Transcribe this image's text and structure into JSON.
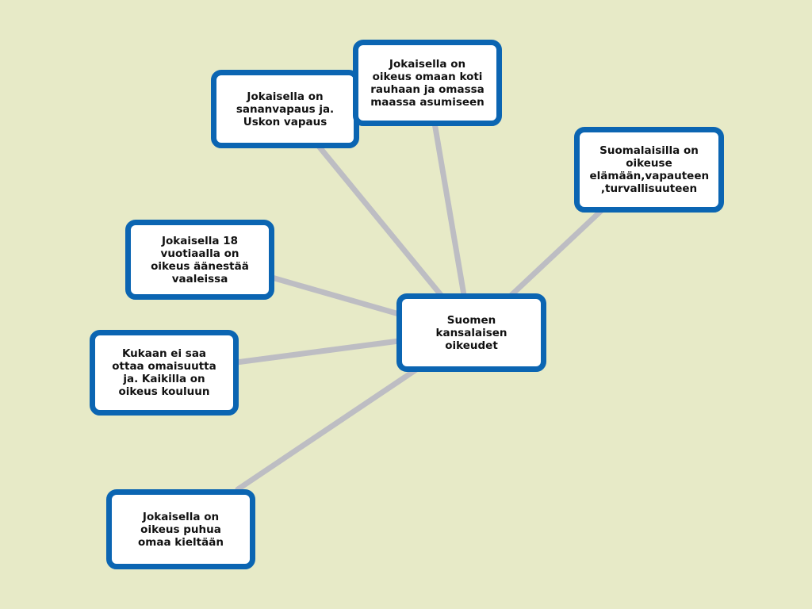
{
  "colors": {
    "background": "#e7eac7",
    "node_border": "#0b65b2",
    "link": "#bdbdc3"
  },
  "center": {
    "label": "Suomen kansalaisen oikeudet"
  },
  "nodes": [
    {
      "id": "speech",
      "label": "Jokaisella on sananvapaus ja. Uskon vapaus"
    },
    {
      "id": "home",
      "label": "Jokaisella on oikeus omaan koti rauhaan ja omassa maassa asumiseen"
    },
    {
      "id": "life",
      "label": "Suomalaisilla on oikeuse elämään,vapauteen ,turvallisuuteen"
    },
    {
      "id": "vote",
      "label": "Jokaisella 18 vuotiaalla on oikeus äänestää vaaleissa"
    },
    {
      "id": "property",
      "label": "Kukaan ei saa ottaa omaisuutta ja. Kaikilla on oikeus kouluun"
    },
    {
      "id": "language",
      "label": "Jokaisella on oikeus puhua omaa kieltään"
    }
  ]
}
